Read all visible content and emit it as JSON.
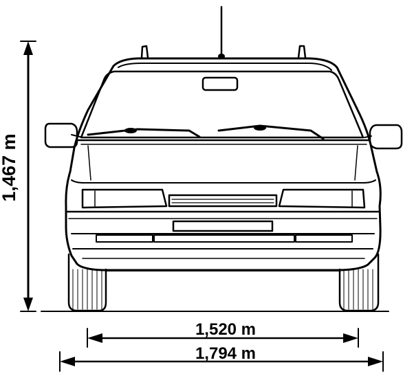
{
  "dimensions": {
    "height": "1,467 m",
    "track": "1,520 m",
    "width": "1,794 m"
  },
  "colors": {
    "ink": "#000000",
    "background": "#ffffff"
  }
}
